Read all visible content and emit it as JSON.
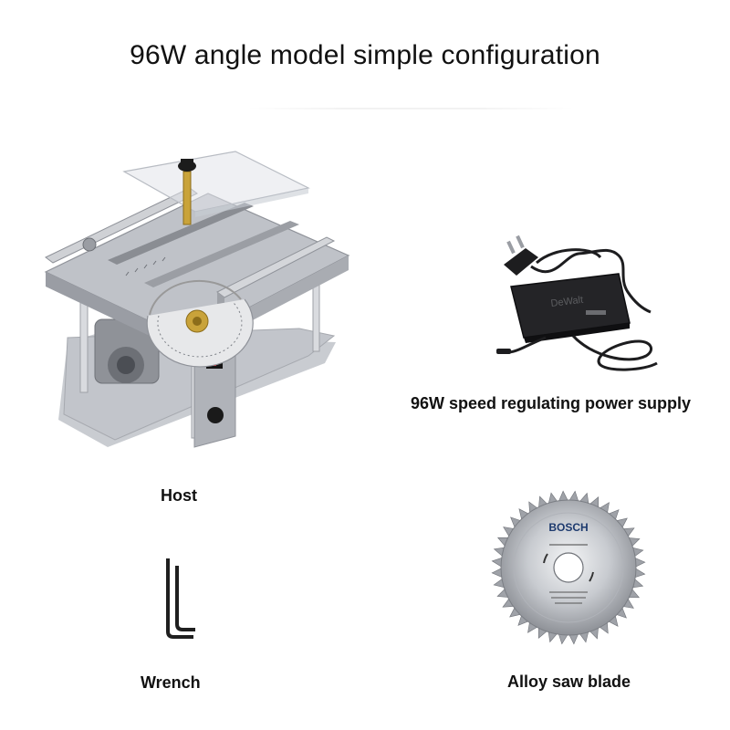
{
  "page": {
    "title": "96W angle model simple configuration"
  },
  "items": [
    {
      "id": "host",
      "label": "Host"
    },
    {
      "id": "power_supply",
      "label": "96W speed regulating power supply",
      "logo_text": "DeWalt"
    },
    {
      "id": "wrench",
      "label": "Wrench"
    },
    {
      "id": "saw_blade",
      "label": "Alloy saw blade",
      "logo_text": "BOSCH"
    }
  ],
  "colors": {
    "background": "#ffffff",
    "text": "#111111",
    "metal": "#b9bcc2",
    "metal_dark": "#8d9097",
    "black": "#1d1d1f"
  }
}
